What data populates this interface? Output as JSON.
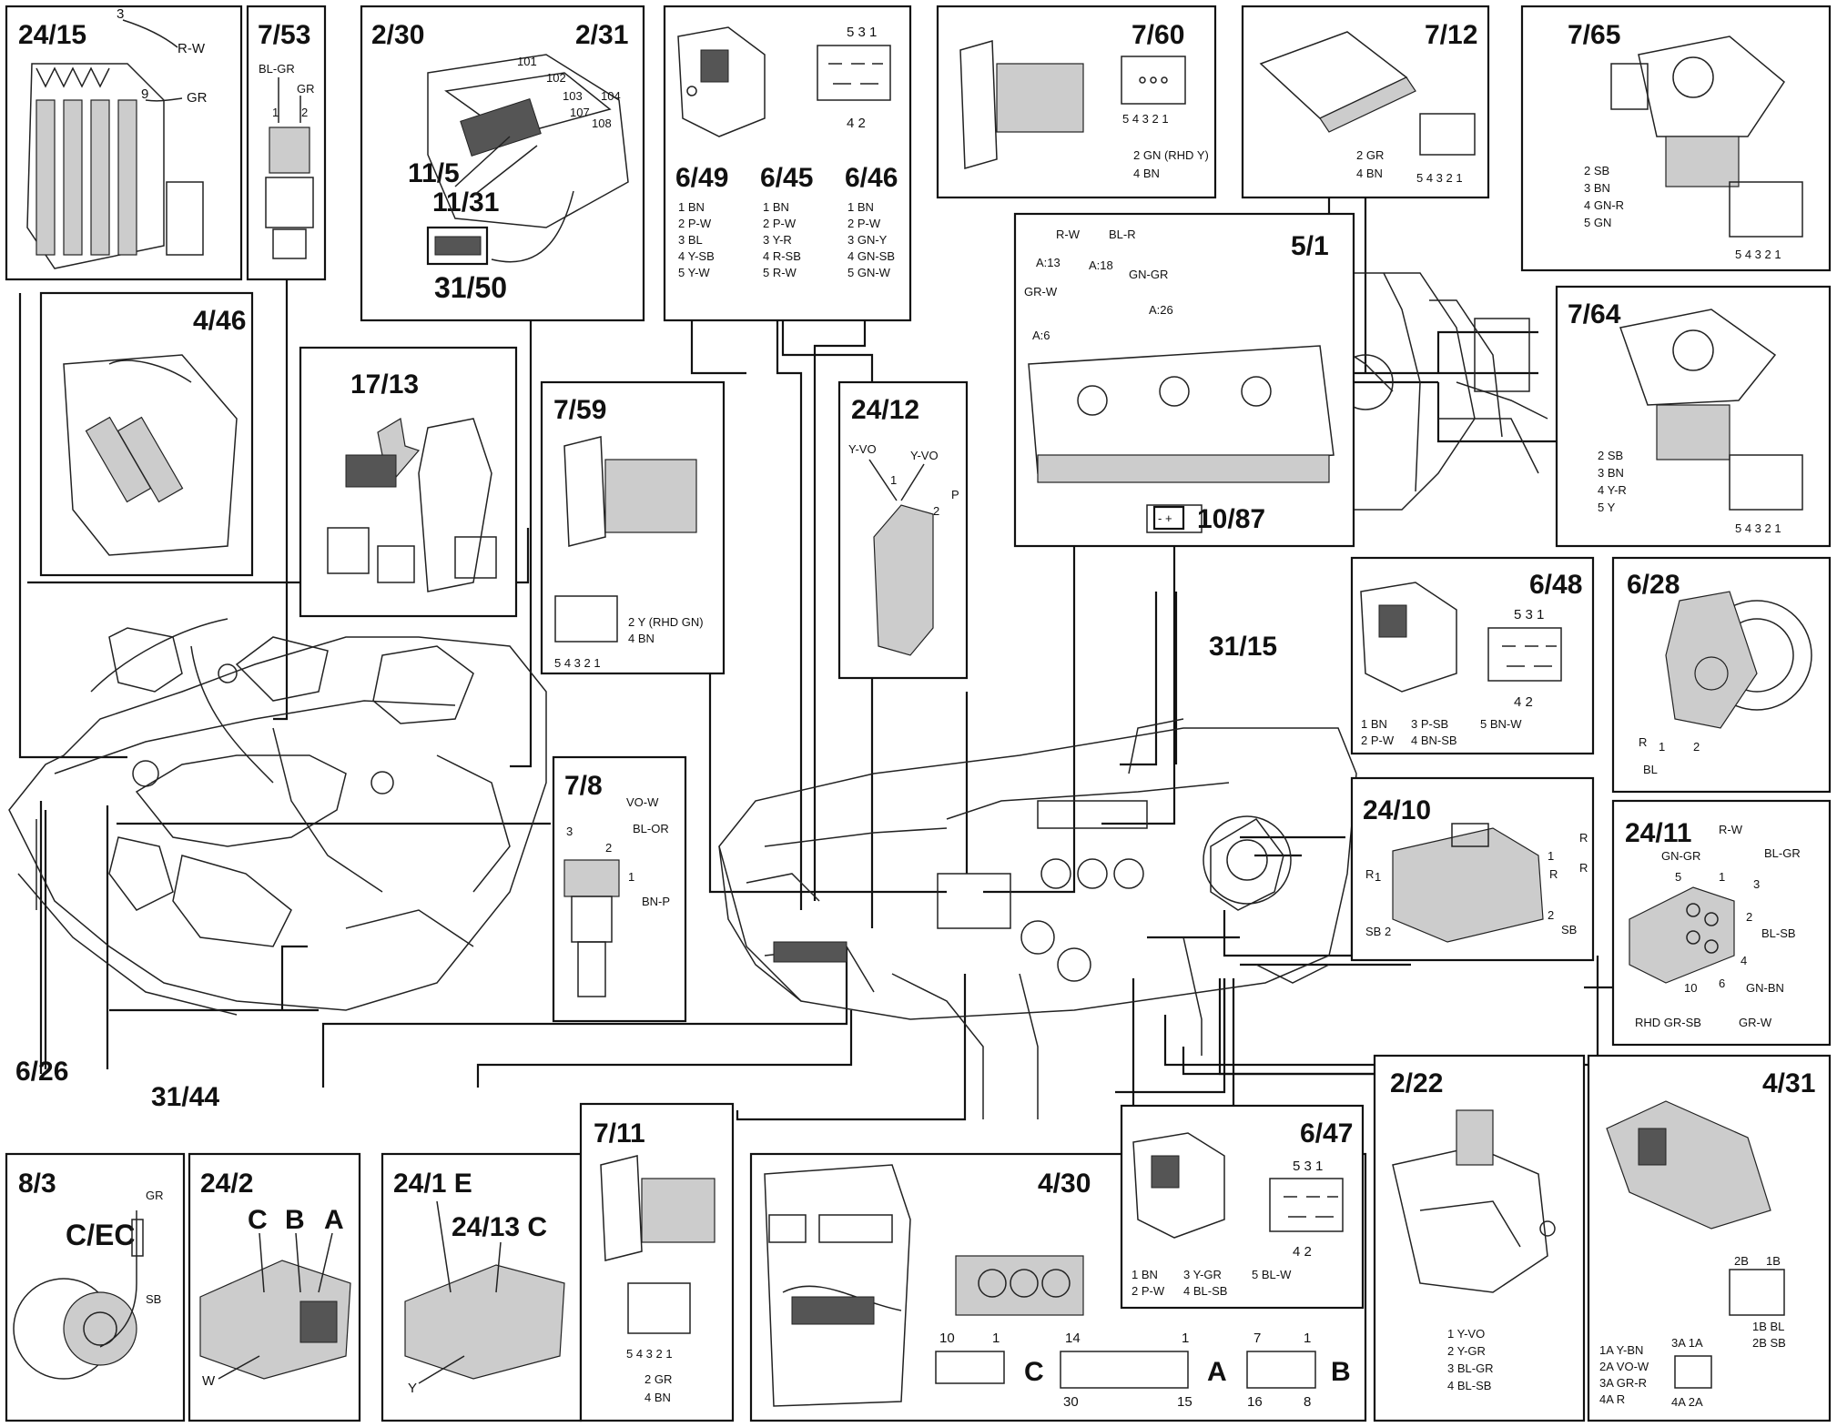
{
  "components": {
    "c24_15": {
      "id": "24/15",
      "pin3": "3",
      "wire3": "R-W",
      "pin9": "9",
      "wire9": "GR"
    },
    "c7_53": {
      "id": "7/53",
      "wire_top": "BL-GR",
      "wire_gr": "GR",
      "pin1": "1",
      "pin2": "2"
    },
    "c2_30": {
      "id": "2/30",
      "id2": "2/31",
      "id3": "11/5",
      "id4": "11/31",
      "id5": "31/50",
      "f1": "101",
      "f2": "102",
      "f3": "103",
      "f4": "104",
      "f5": "107",
      "f6": "108"
    },
    "c6_49": {
      "id": "6/49",
      "pins": [
        "1 BN",
        "2 P-W",
        "3 BL",
        "4 Y-SB",
        "5 Y-W"
      ]
    },
    "c6_45": {
      "id": "6/45",
      "pins": [
        "1 BN",
        "2 P-W",
        "3 Y-R",
        "4 R-SB",
        "5 R-W"
      ]
    },
    "c6_46": {
      "id": "6/46",
      "pins": [
        "1 BN",
        "2 P-W",
        "3 GN-Y",
        "4 GN-SB",
        "5 GN-W"
      ]
    },
    "conn531_top": {
      "top": "5  3  1",
      "bottom": "4  2"
    },
    "c7_60": {
      "id": "7/60",
      "nums": "5 4 3 2 1",
      "pins": [
        "2 GN (RHD Y)",
        "4 BN"
      ]
    },
    "c7_12": {
      "id": "7/12",
      "nums": "5 4 3 2 1",
      "pins": [
        "2 GR",
        "4 BN"
      ]
    },
    "c7_65": {
      "id": "7/65",
      "nums": "5 4 3 2 1",
      "pins": [
        "2 SB",
        "3 BN",
        "4 GN-R",
        "5 GN"
      ]
    },
    "c7_64": {
      "id": "7/64",
      "nums": "5 4 3 2 1",
      "pins": [
        "2 SB",
        "3 BN",
        "4 Y-R",
        "5 Y"
      ]
    },
    "c5_1": {
      "id": "5/1",
      "rw": "R-W",
      "blr": "BL-R",
      "a13": "A:13",
      "a18": "A:18",
      "gngr": "GN-GR",
      "grw": "GR-W",
      "a26": "A:26",
      "a6": "A:6"
    },
    "c10_87": {
      "id": "10/87",
      "glyph": "- +"
    },
    "c4_46": {
      "id": "4/46"
    },
    "c17_13": {
      "id": "17/13"
    },
    "c7_59": {
      "id": "7/59",
      "nums": "5 4 3 2 1",
      "pins": [
        "2 Y (RHD GN)",
        "4 BN"
      ]
    },
    "c24_12": {
      "id": "24/12",
      "w1": "Y-VO",
      "w2": "Y-VO",
      "pin1": "1",
      "pin2": "2",
      "wp": "P"
    },
    "c6_48": {
      "id": "6/48",
      "top": "5  3  1",
      "bottom": "4  2",
      "pins_a": [
        "1 BN",
        "2 P-W"
      ],
      "pins_b": [
        "3 P-SB",
        "4 BN-SB"
      ],
      "pins_c": [
        "5 BN-W"
      ]
    },
    "c6_28": {
      "id": "6/28",
      "pin1": "1",
      "pin2": "2",
      "wr": "R",
      "wbl": "BL"
    },
    "c31_15": {
      "id": "31/15"
    },
    "c24_10": {
      "id": "24/10",
      "r1": "R",
      "r2": "R",
      "r3": "R",
      "one_a": "1",
      "one_b": "1",
      "sb2": "SB 2",
      "two": "2",
      "sb": "SB"
    },
    "c24_11": {
      "id": "24/11",
      "rw": "R-W",
      "gngr": "GN-GR",
      "blgr": "BL-GR",
      "n5": "5",
      "n1": "1",
      "n3": "3",
      "n2": "2",
      "blsb": "BL-SB",
      "n4": "4",
      "gnbn": "GN-BN",
      "n6": "6",
      "n10": "10",
      "grw": "GR-W",
      "rhd": "RHD GR-SB"
    },
    "c7_8": {
      "id": "7/8",
      "vow": "VO-W",
      "n3": "3",
      "n2": "2",
      "blor": "BL-OR",
      "n1": "1",
      "bnp": "BN-P"
    },
    "c6_26": {
      "id": "6/26"
    },
    "c31_44": {
      "id": "31/44"
    },
    "c8_3": {
      "id": "8/3",
      "sub": "C/EC",
      "gr": "GR",
      "sb": "SB"
    },
    "c24_2": {
      "id": "24/2",
      "c": "C",
      "b": "B",
      "a": "A",
      "w": "W"
    },
    "c24_1": {
      "id": "24/1 E",
      "id2": "24/13 C",
      "y": "Y"
    },
    "c7_11": {
      "id": "7/11",
      "nums": "5 4 3 2 1",
      "pins": [
        "2 GR",
        "4 BN"
      ]
    },
    "c4_30": {
      "id": "4/30",
      "c10": "10",
      "c1": "1",
      "cl": "C",
      "a14": "14",
      "a1": "1",
      "a30": "30",
      "a15": "15",
      "al": "A",
      "b7": "7",
      "b1": "1",
      "b16": "16",
      "b8": "8",
      "bl": "B"
    },
    "c6_47": {
      "id": "6/47",
      "top": "5  3  1",
      "bottom": "4  2",
      "pins_a": [
        "1 BN",
        "2 P-W"
      ],
      "pins_b": [
        "3 Y-GR",
        "4 BL-SB"
      ],
      "pins_c": [
        "5 BL-W"
      ]
    },
    "c2_22": {
      "id": "2/22",
      "pins": [
        "1 Y-VO",
        "2 Y-GR",
        "3 BL-GR",
        "4 BL-SB"
      ]
    },
    "c4_31": {
      "id": "4/31",
      "t2b": "2B",
      "t1b": "1B",
      "b1": "1B BL",
      "b2": "2B SB",
      "a3": "3A 1A",
      "a4": "4A 2A",
      "pins": [
        "1A Y-BN",
        "2A VO-W",
        "3A GR-R",
        "4A R"
      ]
    }
  }
}
